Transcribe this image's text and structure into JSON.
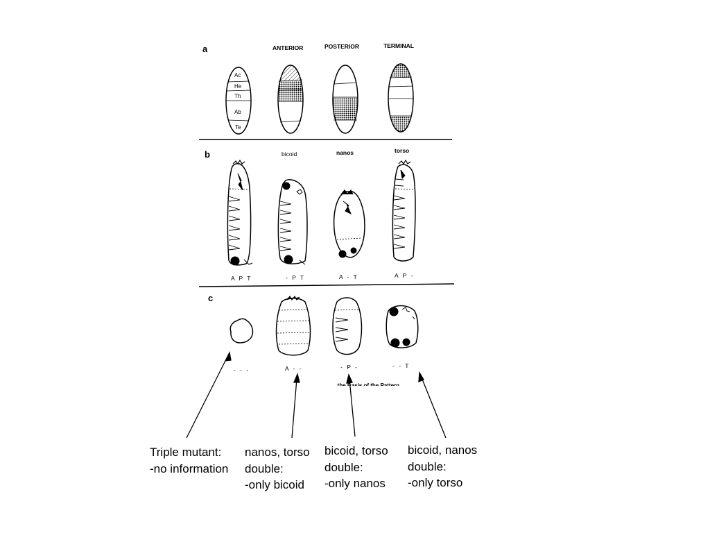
{
  "figure": {
    "panel_a": {
      "letter": "a",
      "columns": [
        "ANTERIOR",
        "POSTERIOR",
        "TERMINAL"
      ],
      "segments": [
        "Ac",
        "He",
        "Th",
        "Ab",
        "Te"
      ]
    },
    "panel_b": {
      "letter": "b",
      "mutants": [
        "bicoid",
        "nanos",
        "torso"
      ],
      "codes": [
        "A P T",
        "- P T",
        "A - T",
        "A P -"
      ]
    },
    "panel_c": {
      "letter": "c",
      "codes": [
        "- - -",
        "A - -",
        "- P -",
        "- - T"
      ],
      "cut_caption": "...the Basis of the Pattern"
    }
  },
  "annotations": [
    {
      "lines": [
        "Triple mutant:",
        "-no information"
      ]
    },
    {
      "lines": [
        "nanos, torso",
        "double:",
        "-only bicoid"
      ]
    },
    {
      "lines": [
        "bicoid, torso",
        "double:",
        "-only nanos"
      ]
    },
    {
      "lines": [
        "bicoid, nanos",
        "double:",
        "-only torso"
      ]
    }
  ]
}
